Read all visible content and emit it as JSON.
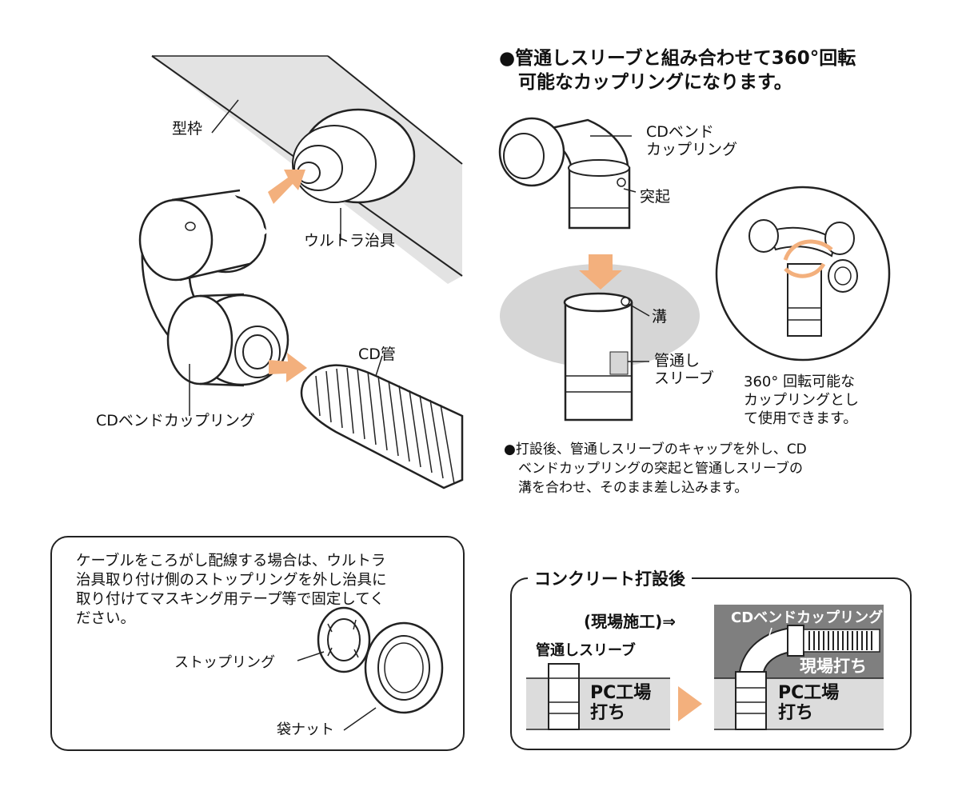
{
  "left_diagram": {
    "label_formwork": "型枠",
    "label_ultra_jig": "ウルトラ治具",
    "label_cd_pipe": "CD管",
    "label_cd_bend_coupling": "CDベンドカップリング"
  },
  "right_section": {
    "heading_line1": "●管通しスリーブと組み合わせて360°回転",
    "heading_line2": "可能なカップリングになります。",
    "label_cd_bend_line1": "CDベンド",
    "label_cd_bend_line2": "カップリング",
    "label_protrusion": "突起",
    "label_groove": "溝",
    "label_sleeve_line1": "管通し",
    "label_sleeve_line2": "スリーブ",
    "rotation_note_line1": "360° 回転可能な",
    "rotation_note_line2": "カップリングとし",
    "rotation_note_line3": "て使用できます。",
    "procedure_line1": "●打設後、管通しスリーブのキャップを外し、CD",
    "procedure_line2": "ベンドカップリングの突起と管通しスリーブの",
    "procedure_line3": "溝を合わせ、そのまま差し込みます。"
  },
  "cable_box": {
    "text_line1": "ケーブルをころがし配線する場合は、ウルトラ",
    "text_line2": "治具取り付け側のストップリングを外し治具に",
    "text_line3": "取り付けてマスキング用テープ等で固定してく",
    "text_line4": "ださい。",
    "label_stop_ring": "ストップリング",
    "label_bag_nut": "袋ナット"
  },
  "after_concrete_box": {
    "title": "コンクリート打設後",
    "field_construction": "(現場施工)⇒",
    "sleeve_label": "管通しスリーブ",
    "pc_label_left_1": "PC工場",
    "pc_label_left_2": "打ち",
    "cd_bend_label": "CDベンドカップリング",
    "field_cast_label": "現場打ち",
    "pc_label_right_1": "PC工場",
    "pc_label_right_2": "打ち"
  },
  "colors": {
    "arrow": "#f3b07d",
    "wall": "#e3e3e3",
    "ellipse": "#d6d6d6",
    "panel_dark": "#7f7f7f",
    "panel_light": "#dcdcdc"
  }
}
